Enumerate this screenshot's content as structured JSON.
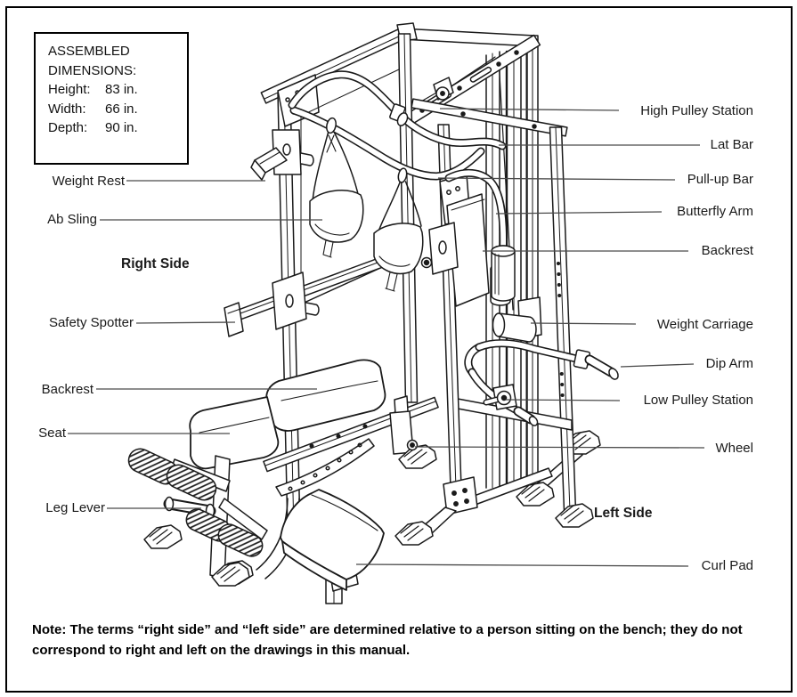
{
  "figure": {
    "dimensions_box": {
      "title_line1": "ASSEMBLED",
      "title_line2": "DIMENSIONS:",
      "rows": [
        {
          "label": "Height:",
          "value": "83 in."
        },
        {
          "label": "Width:",
          "value": "66 in."
        },
        {
          "label": "Depth:",
          "value": "90 in."
        }
      ]
    },
    "side_headings": {
      "right": "Right Side",
      "left": "Left Side"
    },
    "labels_left": [
      {
        "text": "Weight Rest"
      },
      {
        "text": "Ab Sling"
      },
      {
        "text": "Safety Spotter"
      },
      {
        "text": "Backrest"
      },
      {
        "text": "Seat"
      },
      {
        "text": "Leg Lever"
      }
    ],
    "labels_right": [
      {
        "text": "High Pulley Station"
      },
      {
        "text": "Lat Bar"
      },
      {
        "text": "Pull-up Bar"
      },
      {
        "text": "Butterfly Arm"
      },
      {
        "text": "Backrest"
      },
      {
        "text": "Weight Carriage"
      },
      {
        "text": "Dip Arm"
      },
      {
        "text": "Low Pulley Station"
      },
      {
        "text": "Wheel"
      },
      {
        "text": "Curl Pad"
      }
    ],
    "note": "Note: The terms “right side” and “left side” are determined relative to a person sitting on the bench; they do not correspond to right and left on the drawings in this manual."
  }
}
